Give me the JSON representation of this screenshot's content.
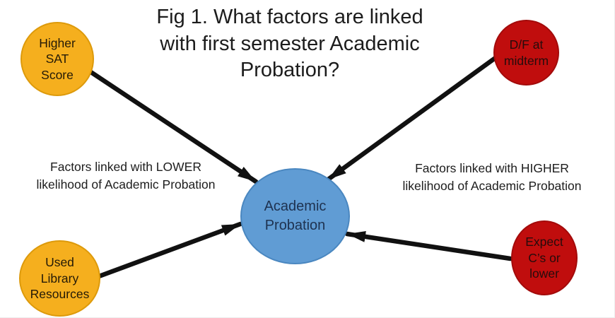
{
  "title": "Fig 1. What factors are linked\nwith first semester Academic\nProbation?",
  "colors": {
    "factor_lower": "#F5AF1E",
    "factor_higher": "#C00D0D",
    "outcome": "#609CD4",
    "arrow": "#111111"
  },
  "center_node": {
    "label": "Academic\nProbation"
  },
  "nodes": [
    {
      "id": "higher-sat-score",
      "label": "Higher\nSAT\nScore",
      "group": "lower"
    },
    {
      "id": "df-at-midterm",
      "label": "D/F at\nmidterm",
      "group": "higher"
    },
    {
      "id": "used-library-resources",
      "label": "Used\nLibrary\nResources",
      "group": "lower"
    },
    {
      "id": "expect-cs-or-lower",
      "label": "Expect\nC’s or\nlower",
      "group": "higher"
    }
  ],
  "annotations": {
    "left": "Factors linked with LOWER\nlikelihood of Academic Probation",
    "right": "Factors linked with HIGHER\nlikelihood of Academic Probation"
  }
}
